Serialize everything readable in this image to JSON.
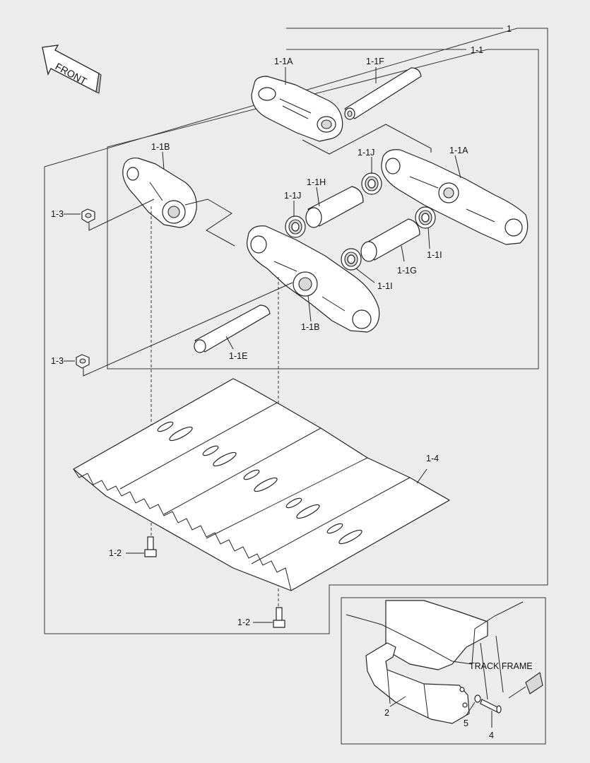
{
  "direction": {
    "front_label": "FRONT"
  },
  "callouts": {
    "assembly": "1",
    "link_assembly": "1-1",
    "link_1A_top": "1-1A",
    "pin_1F": "1-1F",
    "link_1B_left": "1-1B",
    "seal_1J_upper": "1-1J",
    "link_1A_right": "1-1A",
    "bushing_1H": "1-1H",
    "seal_1J_lower": "1-1J",
    "nut_1_3_upper": "1-3",
    "seal_1I_right": "1-1I",
    "bushing_1G": "1-1G",
    "seal_1I_center": "1-1I",
    "link_1B_center": "1-1B",
    "pin_1E": "1-1E",
    "nut_1_3_lower": "1-3",
    "shoe_1_4": "1-4",
    "bolt_1_2_left": "1-2",
    "bolt_1_2_bottom": "1-2",
    "guard_2": "2",
    "washer_5": "5",
    "bolt_4": "4"
  },
  "inset": {
    "track_frame_label": "TRACK FRAME"
  }
}
